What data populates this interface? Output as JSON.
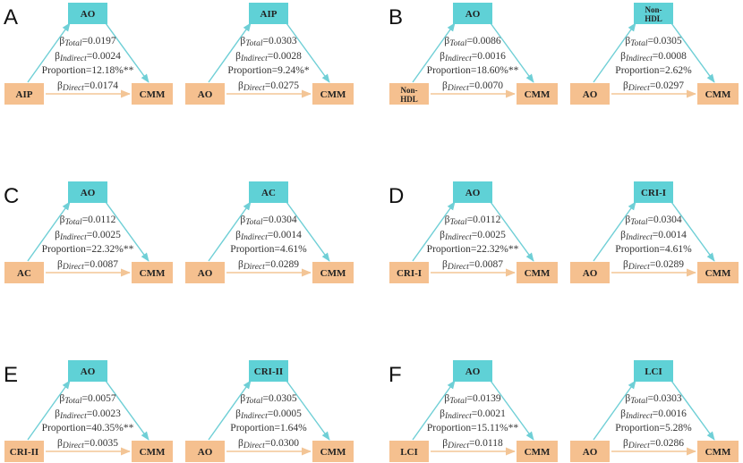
{
  "colors": {
    "mediator_box": "#5fd1d6",
    "endpoint_box": "#f5c08f",
    "mediator_arrow": "#6fcfd6",
    "direct_arrow": "#f3c596",
    "text": "#333333"
  },
  "beta_symbol": "β",
  "subscripts": {
    "total": "Total",
    "indirect": "Indirect",
    "direct": "Direct"
  },
  "proportion_label": "Proportion",
  "panels": [
    {
      "letter": "A",
      "diagrams": [
        {
          "mediator": "AO",
          "exposure": "AIP",
          "outcome": "CMM",
          "total": "=0.0197",
          "indirect": "=0.0024",
          "proportion": "=12.18%**",
          "direct": "=0.0174"
        },
        {
          "mediator": "AIP",
          "exposure": "AO",
          "outcome": "CMM",
          "total": "=0.0303",
          "indirect": "=0.0028",
          "proportion": "=9.24%*",
          "direct": "=0.0275"
        }
      ]
    },
    {
      "letter": "B",
      "diagrams": [
        {
          "mediator": "AO",
          "exposure": "Non-HDL",
          "outcome": "CMM",
          "total": "=0.0086",
          "indirect": "=0.0016",
          "proportion": "=18.60%**",
          "direct": "=0.0070"
        },
        {
          "mediator": "Non-HDL",
          "exposure": "AO",
          "outcome": "CMM",
          "total": "=0.0305",
          "indirect": "=0.0008",
          "proportion": "=2.62%",
          "direct": "=0.0297"
        }
      ]
    },
    {
      "letter": "C",
      "diagrams": [
        {
          "mediator": "AO",
          "exposure": "AC",
          "outcome": "CMM",
          "total": "=0.0112",
          "indirect": "=0.0025",
          "proportion": "=22.32%**",
          "direct": "=0.0087"
        },
        {
          "mediator": "AC",
          "exposure": "AO",
          "outcome": "CMM",
          "total": "=0.0304",
          "indirect": "=0.0014",
          "proportion": "=4.61%",
          "direct": "=0.0289"
        }
      ]
    },
    {
      "letter": "D",
      "diagrams": [
        {
          "mediator": "AO",
          "exposure": "CRI-I",
          "outcome": "CMM",
          "total": "=0.0112",
          "indirect": "=0.0025",
          "proportion": "=22.32%**",
          "direct": "=0.0087"
        },
        {
          "mediator": "CRI-I",
          "exposure": "AO",
          "outcome": "CMM",
          "total": "=0.0304",
          "indirect": "=0.0014",
          "proportion": "=4.61%",
          "direct": "=0.0289"
        }
      ]
    },
    {
      "letter": "E",
      "diagrams": [
        {
          "mediator": "AO",
          "exposure": "CRI-II",
          "outcome": "CMM",
          "total": "=0.0057",
          "indirect": "=0.0023",
          "proportion": "=40.35%**",
          "direct": "=0.0035"
        },
        {
          "mediator": "CRI-II",
          "exposure": "AO",
          "outcome": "CMM",
          "total": "=0.0305",
          "indirect": "=0.0005",
          "proportion": "=1.64%",
          "direct": "=0.0300"
        }
      ]
    },
    {
      "letter": "F",
      "diagrams": [
        {
          "mediator": "AO",
          "exposure": "LCI",
          "outcome": "CMM",
          "total": "=0.0139",
          "indirect": "=0.0021",
          "proportion": "=15.11%**",
          "direct": "=0.0118"
        },
        {
          "mediator": "LCI",
          "exposure": "AO",
          "outcome": "CMM",
          "total": "=0.0303",
          "indirect": "=0.0016",
          "proportion": "=5.28%",
          "direct": "=0.0286"
        }
      ]
    }
  ]
}
